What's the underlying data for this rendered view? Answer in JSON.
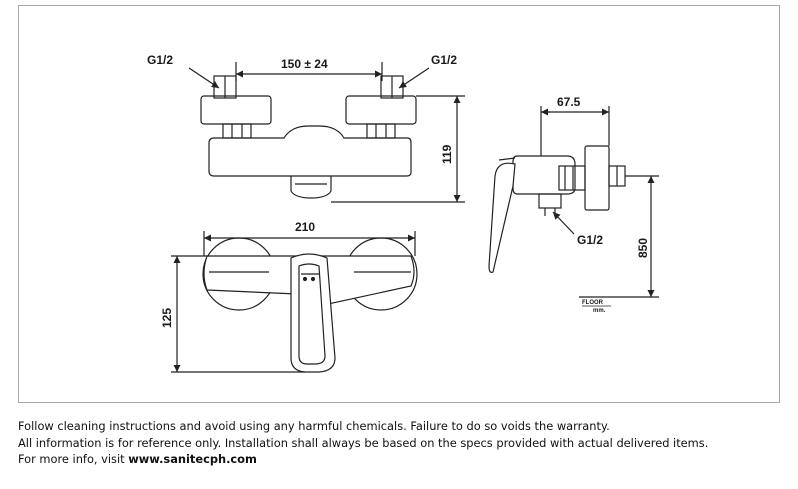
{
  "drawing": {
    "dim_thread_left": "G1/2",
    "dim_thread_right": "G1/2",
    "dim_center": "150 ± 24",
    "dim_top_height": "119",
    "dim_width": "210",
    "dim_front_height": "125",
    "dim_depth": "67.5",
    "dim_thread_bottom": "G1/2",
    "dim_floor_height": "850",
    "floor_label": "FLOOR",
    "unit_label": "mm."
  },
  "notes": {
    "line1": "Follow cleaning instructions and avoid using any harmful chemicals. Failure to do so voids the warranty.",
    "line2": "All information is for reference only. Installation shall always be based on the specs provided with actual delivered items.",
    "line3_prefix": "For more info, visit ",
    "line3_link": "www.sanitecph.com"
  }
}
